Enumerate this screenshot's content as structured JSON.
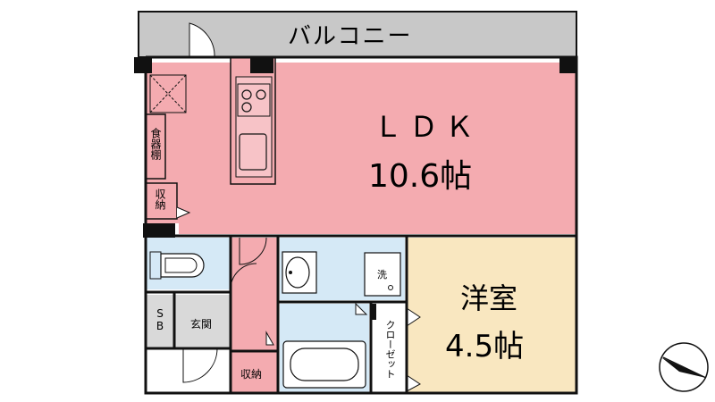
{
  "plan": {
    "balcony_label": "バルコニー",
    "ldk_label": "ＬＤＫ",
    "ldk_size": "10.6帖",
    "western_room_label": "洋室",
    "western_room_size": "4.5帖",
    "dish_cabinet_label": "食器棚",
    "storage_left_label": "収納",
    "storage_bottom_label": "収納",
    "shoe_box_label": "SB",
    "entrance_label": "玄関",
    "closet_label": "クローゼット",
    "washer_label": "洗"
  },
  "colors": {
    "ldk": "#f4abb0",
    "western_room": "#f9e7c0",
    "water_rooms": "#d5e9f6",
    "balcony": "#c8c8c8",
    "entrance": "#d9d9d9",
    "wall": "#111111"
  },
  "icons": [
    "north-arrow-icon",
    "stove-icon",
    "sink-icon",
    "toilet-icon",
    "washbasin-icon",
    "bathtub-icon",
    "washing-machine-icon"
  ]
}
